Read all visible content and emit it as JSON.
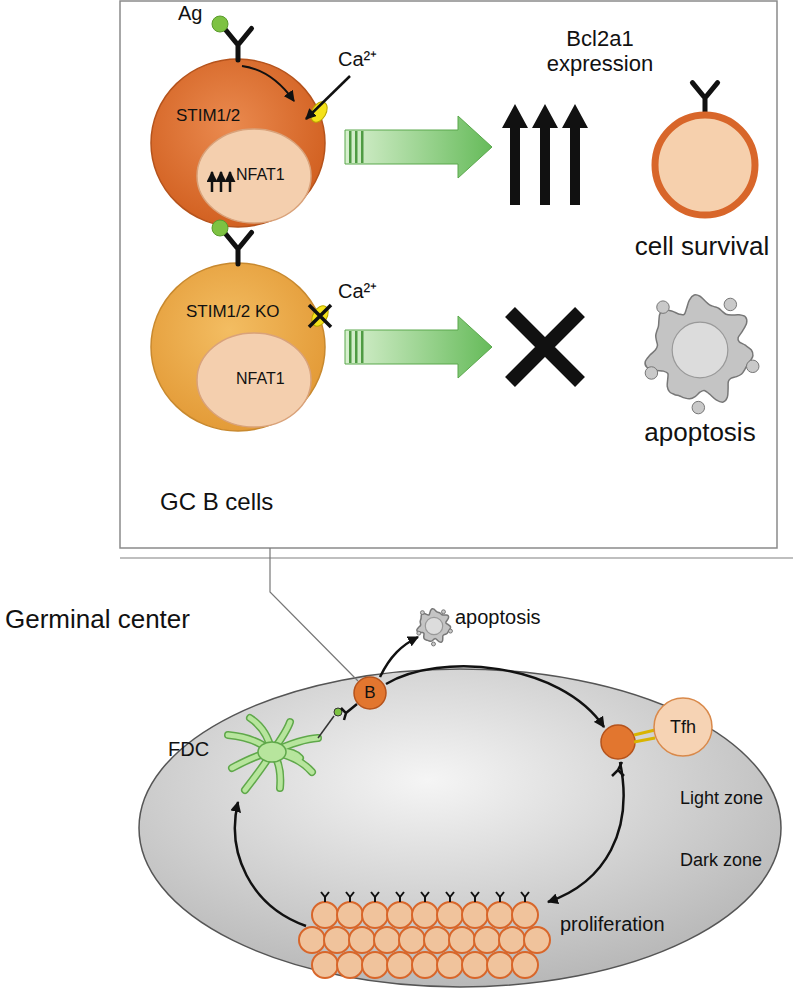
{
  "diagram": {
    "nodes": [
      {
        "text": [
          "STIM1/2"
        ]
      },
      {
        "text": [
          "NFAT1"
        ],
        "in": 0
      },
      {
        "text": [
          "STIM1/2 KO"
        ]
      },
      {
        "text": [
          "NFAT1"
        ],
        "in": 2
      },
      {
        "text": [
          "Germinal center"
        ]
      },
      {
        "text": [
          "B"
        ],
        "in": 4
      },
      {
        "text": [
          "Tfh"
        ],
        "in": 4
      }
    ],
    "labels": [
      "Ag",
      "Ca²⁺",
      "Bcl2a1 expression",
      "cell survival",
      "Ca²⁺",
      "apoptosis",
      "GC B cells",
      "FDC",
      "apoptosis",
      "Light zone",
      "Dark zone",
      "proliferation"
    ]
  }
}
